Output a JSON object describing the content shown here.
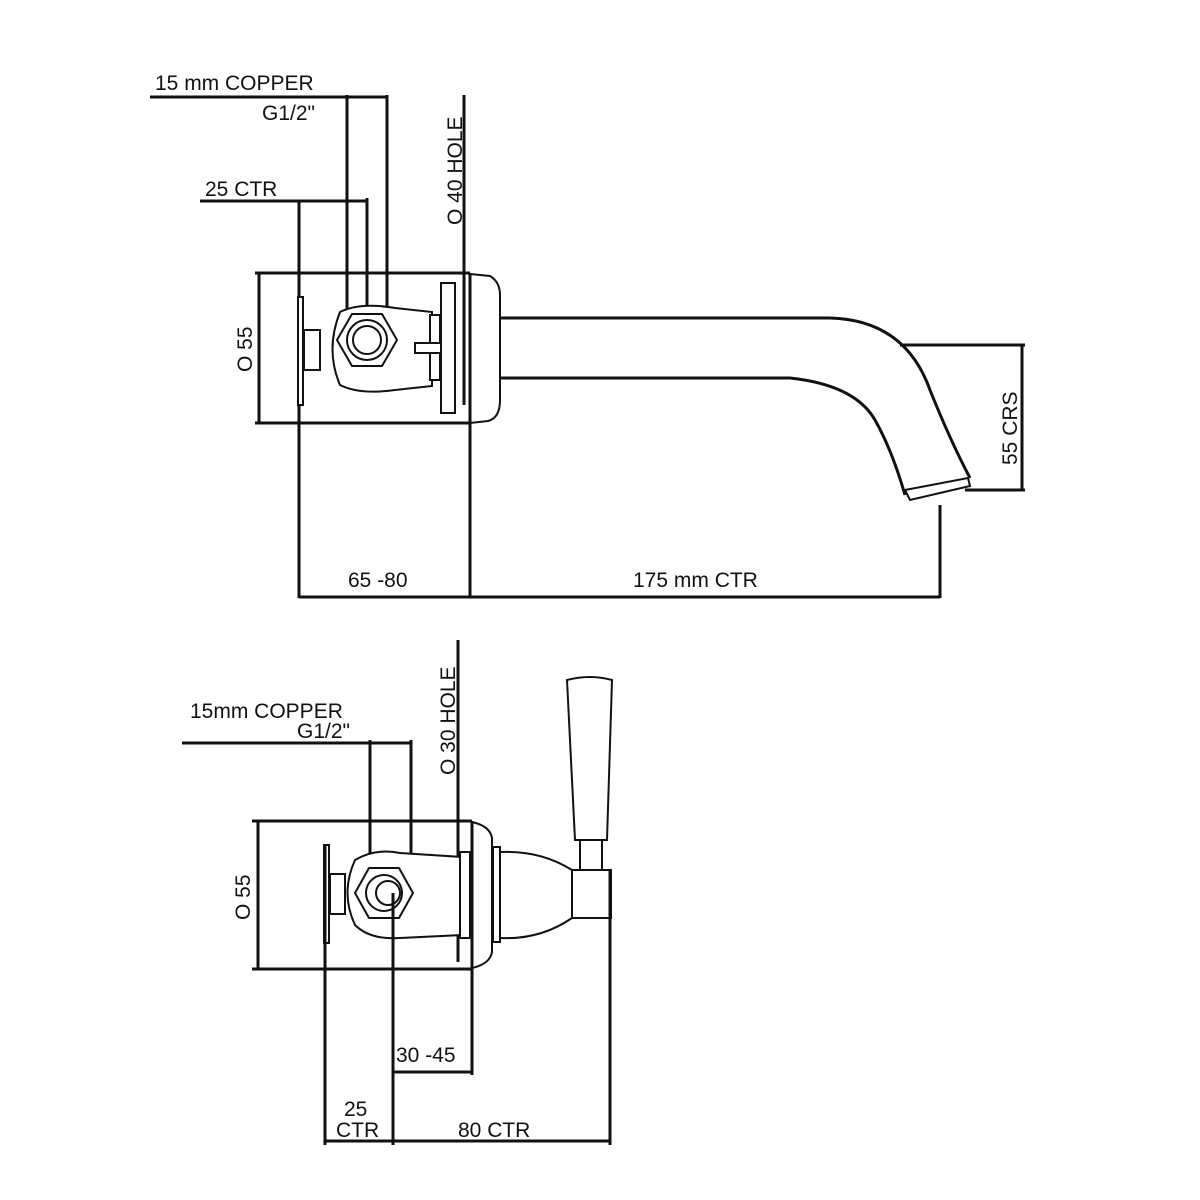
{
  "spout_drawing": {
    "pipe_label": "15 mm COPPER",
    "thread_label": "G1/2\"",
    "ctr_label": "25  CTR",
    "hole_label": "O 40  HOLE",
    "diameter_label": "O 55",
    "wall_depth_label": "65 -80",
    "spout_ctr_label": "175 mm CTR",
    "spout_height_label": "55  CRS"
  },
  "valve_drawing": {
    "pipe_label": "15mm COPPER",
    "thread_label": "G1/2\"",
    "hole_label": "O 30  HOLE",
    "diameter_label": "O 55",
    "wall_depth_label": "30 -45",
    "ctr_small_value": "25",
    "ctr_small_unit": "CTR",
    "ctr_label": "80  CTR"
  }
}
